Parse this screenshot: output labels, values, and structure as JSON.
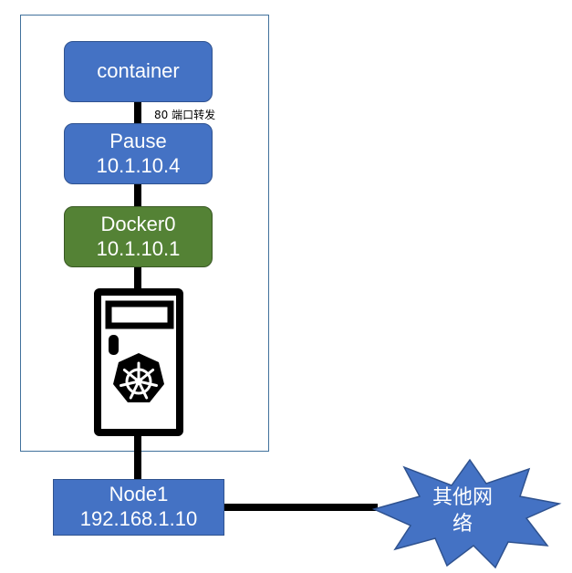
{
  "container_box": {
    "label": "container"
  },
  "pause_box": {
    "name": "Pause",
    "ip": "10.1.10.4"
  },
  "port_forward": {
    "label": "80 端口转发"
  },
  "docker_box": {
    "name": "Docker0",
    "ip": "10.1.10.1"
  },
  "node_box": {
    "name": "Node1",
    "ip": "192.168.1.10"
  },
  "external_network": {
    "line1": "其他网",
    "line2": "络"
  },
  "colors": {
    "blue": "#4472c4",
    "green": "#548235",
    "frame": "#41719c",
    "line": "#000000"
  },
  "icons": {
    "server": "server-icon",
    "kubernetes": "kubernetes-helm-icon",
    "network": "network-burst-icon"
  }
}
